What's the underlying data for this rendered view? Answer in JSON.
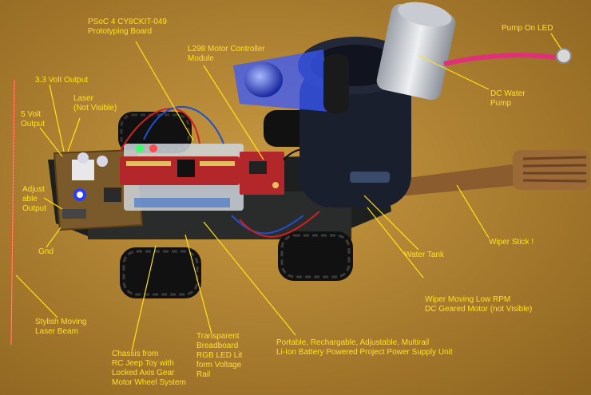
{
  "photo": {
    "subject": "robot car with water tank and wiper",
    "colors": {
      "table": "#b88a34",
      "label_text": "#ffe21a",
      "leader_line": "#ffe21a",
      "laser": "#ff3a2a",
      "tank": "#1a1f2e",
      "wiper": "#8a5c2e",
      "board_red": "#b3262a",
      "pump_tube": "#e0307a"
    }
  },
  "labels": {
    "psoc": "PSoC 4 CY8CKIT-049\nPrototyping Board",
    "l298": "L298 Motor Controller\nModule",
    "pump_led": "Pump On LED",
    "v33": "3.3 Volt Output",
    "laser": "Laser\n(Not Visible)",
    "v5": "5 Volt\nOutput",
    "adjustable": "Adjust\nable\nOutput",
    "gnd": "Gnd",
    "dc_pump": "DC Water\nPump",
    "wiper_stick": "Wiper Stick !",
    "water_tank": "Water Tank",
    "wiper_motor": "Wiper Moving Low RPM\nDC Geared Motor (not Visible)",
    "laser_beam": "Stylish Moving\nLaser Beam",
    "chassis": "Chassis from\nRC Jeep Toy with\nLocked Axis Gear\nMotor Wheel System",
    "breadboard": "Transparent\nBreadboard\nRGB LED Lit\nform Voltage\nRail",
    "battery": "Portable, Rechargable, Adjustable, Multirail\nLi-Ion Battery Powered Project Power Supply Unit"
  }
}
